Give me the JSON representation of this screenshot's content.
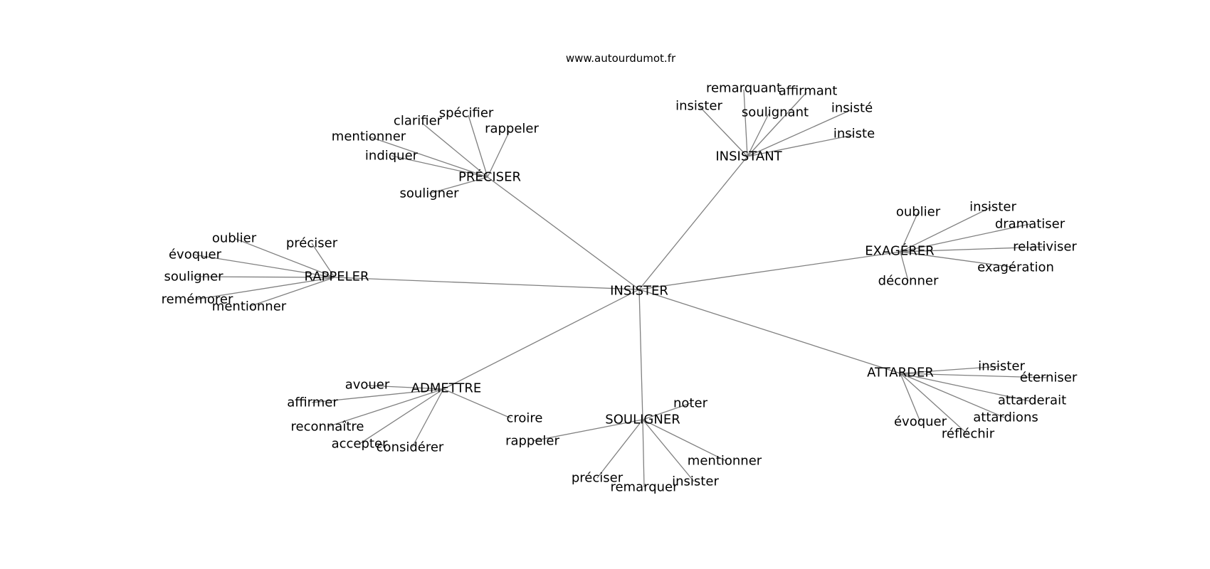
{
  "site": "www.autourdumot.fr",
  "center": "INSISTER",
  "hubs": [
    {
      "label": "INSISTANT",
      "leaves": [
        "remarquant",
        "affirmant",
        "insister",
        "soulignant",
        "insisté",
        "insiste"
      ]
    },
    {
      "label": "PRÉCISER",
      "leaves": [
        "spécifier",
        "clarifier",
        "rappeler",
        "mentionner",
        "indiquer",
        "souligner"
      ]
    },
    {
      "label": "RAPPELER",
      "leaves": [
        "oublier",
        "préciser",
        "évoquer",
        "souligner",
        "remémorer",
        "mentionner"
      ]
    },
    {
      "label": "EXAGÉRER",
      "leaves": [
        "oublier",
        "insister",
        "dramatiser",
        "relativiser",
        "exagération",
        "déconner"
      ]
    },
    {
      "label": "ATTARDER",
      "leaves": [
        "insister",
        "éterniser",
        "attarderait",
        "attardions",
        "évoquer",
        "réfléchir"
      ]
    },
    {
      "label": "ADMETTRE",
      "leaves": [
        "avouer",
        "affirmer",
        "reconnaître",
        "accepter",
        "considérer",
        "croire"
      ]
    },
    {
      "label": "SOULIGNER",
      "leaves": [
        "noter",
        "rappeler",
        "mentionner",
        "préciser",
        "remarquer",
        "insister"
      ]
    }
  ]
}
